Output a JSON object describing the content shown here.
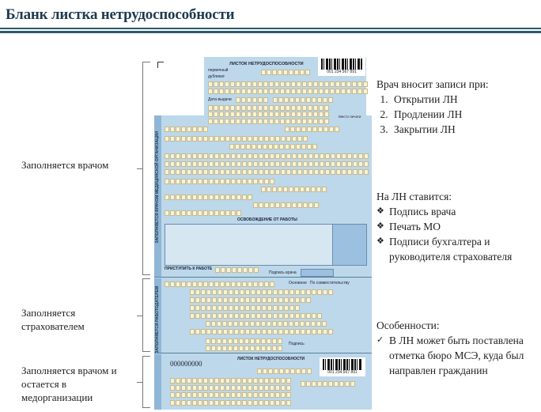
{
  "header": {
    "title": "Бланк листка нетрудоспособности"
  },
  "left_labels": [
    "Заполняется врачом",
    "Заполняется страхователем",
    "Заполняется врачом и остается в медорганизации"
  ],
  "form": {
    "title": "ЛИСТОК НЕТРУДОСПОСОБНОСТИ",
    "barcode_number": "001 234 567 891",
    "stub_number": "000000000",
    "strip_medical": "ЗАПОЛНЯЕТСЯ ВРАЧОМ МЕДИЦИНСКОЙ ОРГАНИЗАЦИИ",
    "strip_employer": "ЗАПОЛНЯЕТСЯ РАБОТОДАТЕЛЕМ",
    "section_release": "ОСВОБОЖДЕНИЕ ОТ РАБОТЫ",
    "return_to_work": "ПРИСТУПИТЬ К РАБОТЕ",
    "issue_date": "Дата выдачи",
    "primary": "первичный",
    "duplicate": "дубликат",
    "main_job": "Основное",
    "part_time": "По совместительству",
    "signature": "Подпись",
    "doctor_signature": "Подпись врача",
    "stamp_place": "Место печати"
  },
  "right": {
    "doctor_heading": "Врач вносит записи при:",
    "doctor_items": [
      "Открытии ЛН",
      "Продлении ЛН",
      "Закрытии ЛН"
    ],
    "marks_heading": "На ЛН ставится:",
    "marks_items": [
      "Подпись врача",
      "Печать МО",
      "Подписи бухгалтера и руководителя страхователя"
    ],
    "features_heading": "Особенности:",
    "features_items": [
      "В ЛН может быть поставлена отметка бюро МСЭ, куда был направлен гражданин"
    ]
  },
  "colors": {
    "title": "#1f3a4f",
    "rule": "#2c5a6a",
    "form_bg": "#bcd8ea",
    "cell": "#fbf3d2"
  }
}
